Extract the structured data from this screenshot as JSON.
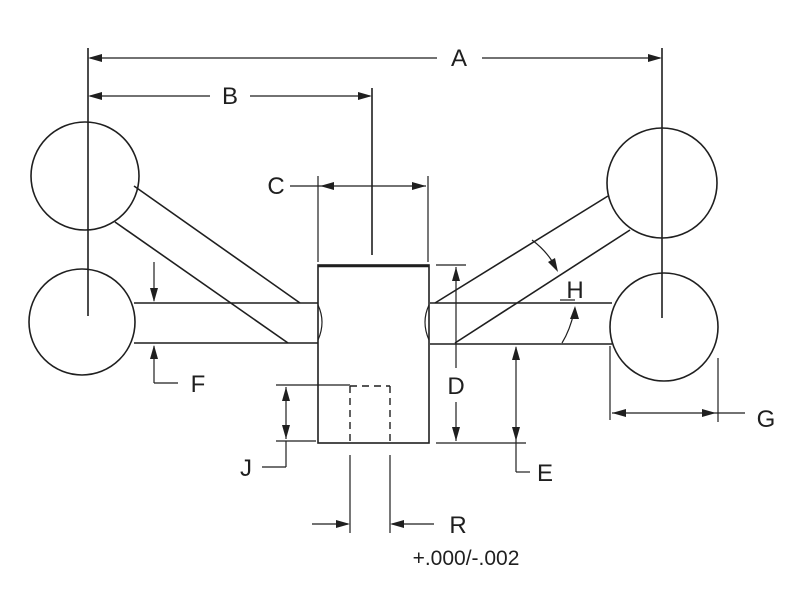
{
  "labels": {
    "A": "A",
    "B": "B",
    "C": "C",
    "D": "D",
    "E": "E",
    "F": "F",
    "G": "G",
    "H": "H",
    "J": "J",
    "R": "R"
  },
  "tolerance": "+.000/-.002",
  "colors": {
    "line": "#1f1f1f",
    "background": "#ffffff"
  }
}
